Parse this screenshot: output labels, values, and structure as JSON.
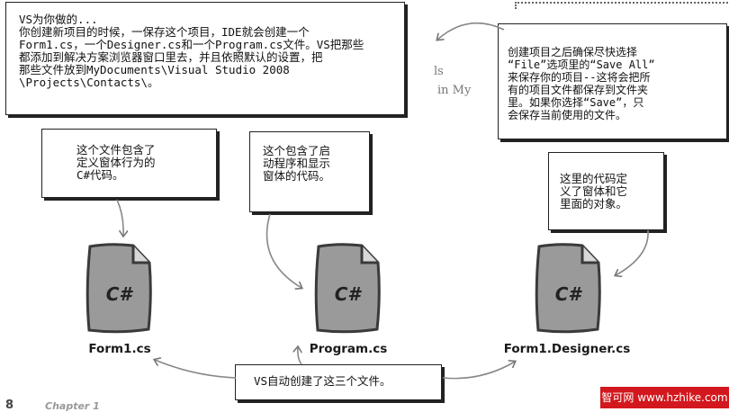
{
  "callouts": {
    "vs_did": "VS为你做的...\n你创建新项目的时候，一保存这个项目，IDE就会创建一个\nForm1.cs，一个Designer.cs和一个Program.cs文件。VS把那些\n都添加到解决方案浏览器窗口里去，并且依照默认的设置，把\n那些文件放到MyDocuments\\Visual Studio 2008\n\\Projects\\Contacts\\。",
    "save_all": "创建项目之后确保尽快选择\n“File”选项里的“Save All”\n来保存你的项目--这将会把所\n有的项目文件都保存到文件夹\n里。如果你选择“Save”，只\n会保存当前使用的文件。",
    "form1_note": "这个文件包含了\n定义窗体行为的\nC#代码。",
    "program_note": "这个包含了启\n动程序和显示\n窗体的代码。",
    "designer_note": "这里的代码定\n义了窗体和它\n里面的对象。",
    "auto_created": "VS自动创建了这三个文件。"
  },
  "background_fragments": {
    "line1": "ls",
    "line2": "in My"
  },
  "files": [
    {
      "label": "Form1.cs",
      "glyph": "C#"
    },
    {
      "label": "Program.cs",
      "glyph": "C#"
    },
    {
      "label": "Form1.Designer.cs",
      "glyph": "C#"
    }
  ],
  "footer": {
    "page_number": "8",
    "chapter": "Chapter 1"
  },
  "watermark": "智可网 www.hzhike.com",
  "colors": {
    "file_body": "#9a9a9a",
    "file_dark": "#4a4a4a",
    "watermark_bg": "#d2181e"
  }
}
